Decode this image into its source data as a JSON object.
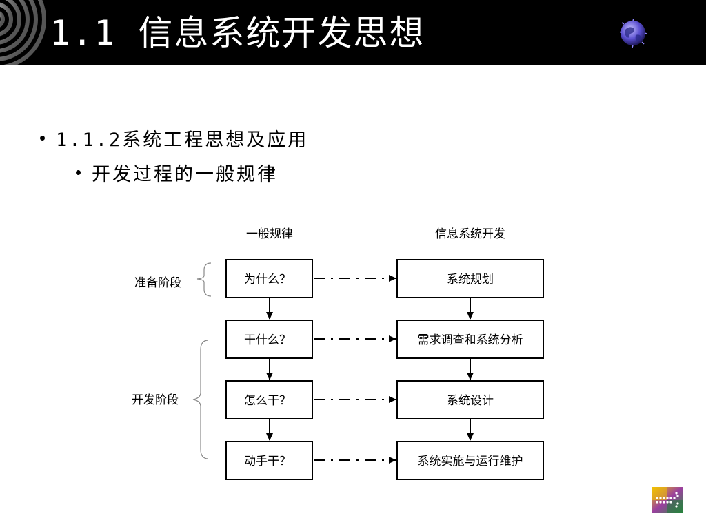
{
  "slide": {
    "title": "1.1 信息系统开发思想"
  },
  "bullets": [
    {
      "text": "1.1.2系统工程思想及应用"
    },
    {
      "text": "开发过程的一般规律"
    }
  ],
  "diagram": {
    "left_header": "一般规律",
    "right_header": "信息系统开发",
    "phase_labels": [
      "准备阶段",
      "开发阶段"
    ],
    "left_boxes": [
      "为什么？",
      "干什么？",
      "怎么干？",
      "动手干？"
    ],
    "right_boxes": [
      "系统规划",
      "需求调查和系统分析",
      "系统设计",
      "系统实施与运行维护"
    ]
  },
  "colors": {
    "title_bar": "#000000",
    "title_text": "#ffffff",
    "bracket": "#888888"
  },
  "icons": {
    "corner": "concentric-rings-icon",
    "top_right": "globe-icon",
    "bottom_right": "logo-icon"
  }
}
